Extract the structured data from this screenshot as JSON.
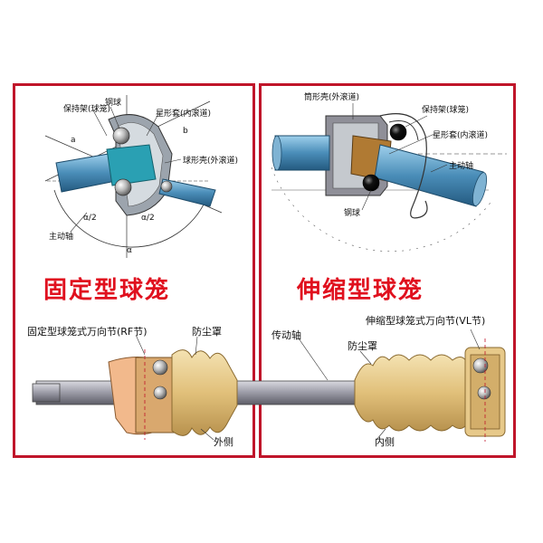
{
  "titles": {
    "fixed": "固定型球笼",
    "plunge": "伸缩型球笼"
  },
  "fixed_diagram": {
    "label_ball": "钢球",
    "label_cage": "保持架(球笼)",
    "label_star": "星形套(内滚道)",
    "label_shell": "球形壳(外滚道)",
    "label_shaft": "主动轴",
    "label_a": "a",
    "label_b": "b",
    "label_alpha2_left": "α/2",
    "label_alpha2_right": "α/2",
    "label_alpha": "α"
  },
  "plunge_diagram": {
    "label_shell": "筒形壳(外滚道)",
    "label_cage": "保持架(球笼)",
    "label_star": "星形套(内滚道)",
    "label_shaft": "主动轴",
    "label_ball": "钢球"
  },
  "shaft_diagram": {
    "label_rf": "固定型球笼式万向节(RF节)",
    "label_boot_left": "防尘罩",
    "label_driveshaft": "传动轴",
    "label_boot_right": "防尘罩",
    "label_vl": "伸缩型球笼式万向节(VL节)",
    "label_outer": "外侧",
    "label_inner": "内侧"
  },
  "colors": {
    "frame": "#c0152a",
    "title": "#e0101e",
    "shaft": "#8f8f9a",
    "boot": "#e3c98a",
    "cup": "#c9a06a",
    "blue_shaft": "#4a8db8",
    "teal": "#1f8fa0"
  }
}
